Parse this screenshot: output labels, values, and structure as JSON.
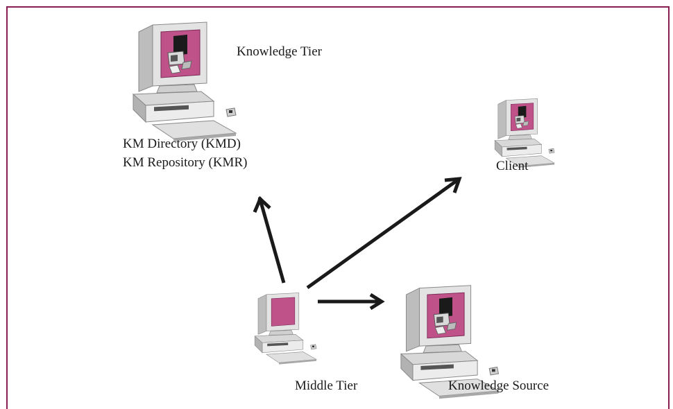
{
  "diagram": {
    "labels": {
      "knowledge_tier": "Knowledge Tier",
      "kmd": "KM Directory (KMD)",
      "kmr": "KM Repository (KMR)",
      "client": "Client",
      "middle_tier": "Middle Tier",
      "knowledge_source": "Knowledge Source"
    },
    "colors": {
      "frame": "#8b1c54",
      "screen": "#c0528a",
      "case_light": "#e6e6e6",
      "case_mid": "#c8c8c8",
      "case_dark": "#9a9a9a",
      "arrow": "#1a1a1a"
    },
    "nodes": [
      {
        "id": "knowledge-tier-computer",
        "icon": "computer-icon"
      },
      {
        "id": "client-computer",
        "icon": "computer-icon"
      },
      {
        "id": "middle-tier-computer",
        "icon": "computer-icon"
      },
      {
        "id": "knowledge-source-computer",
        "icon": "computer-icon"
      }
    ],
    "edges": [
      {
        "from": "Middle Tier",
        "to": "Knowledge Tier"
      },
      {
        "from": "Middle Tier",
        "to": "Client"
      },
      {
        "from": "Middle Tier",
        "to": "Knowledge Source"
      }
    ]
  }
}
